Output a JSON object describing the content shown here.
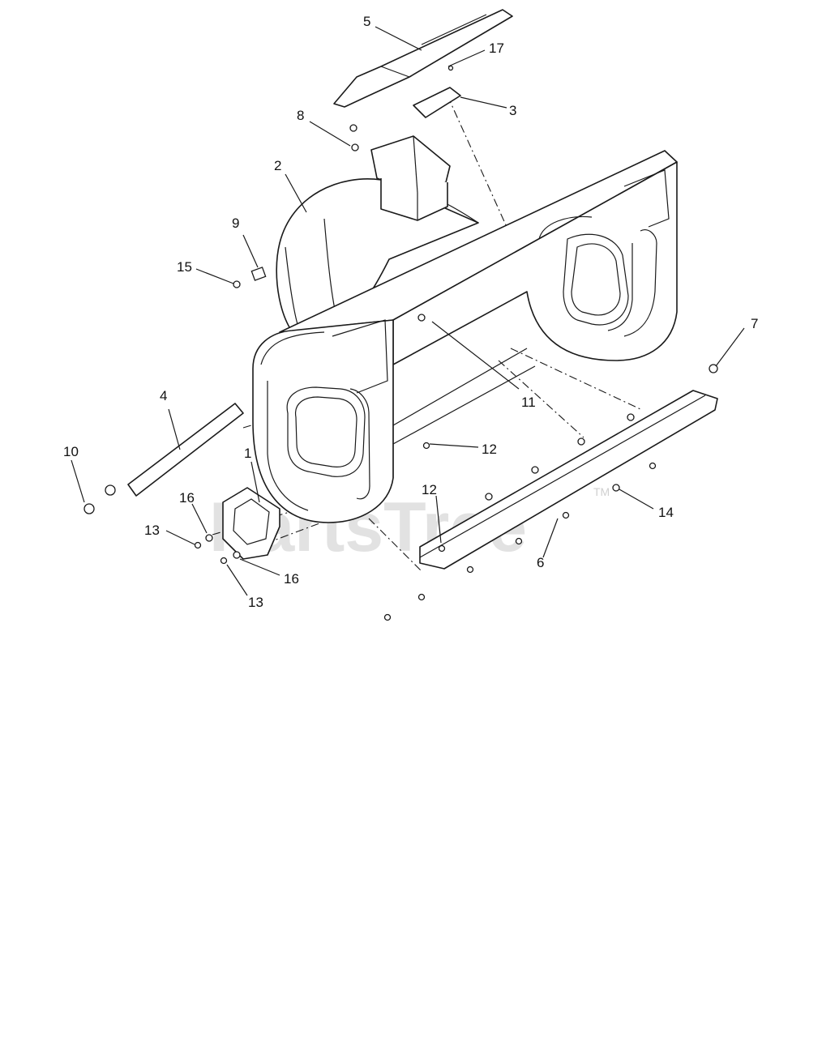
{
  "watermark": {
    "text": "PartsTree",
    "trademark": "TM"
  },
  "callouts": {
    "c1": "1",
    "c2": "2",
    "c3": "3",
    "c4": "4",
    "c5": "5",
    "c6": "6",
    "c7": "7",
    "c8": "8",
    "c9": "9",
    "c10": "10",
    "c11": "11",
    "c12a": "12",
    "c12b": "12",
    "c13a": "13",
    "c13b": "13",
    "c14": "14",
    "c15": "15",
    "c16a": "16",
    "c16b": "16",
    "c17": "17"
  },
  "colors": {
    "line": "#1a1a1a",
    "background": "#ffffff",
    "watermark": "#e2e2e2"
  }
}
